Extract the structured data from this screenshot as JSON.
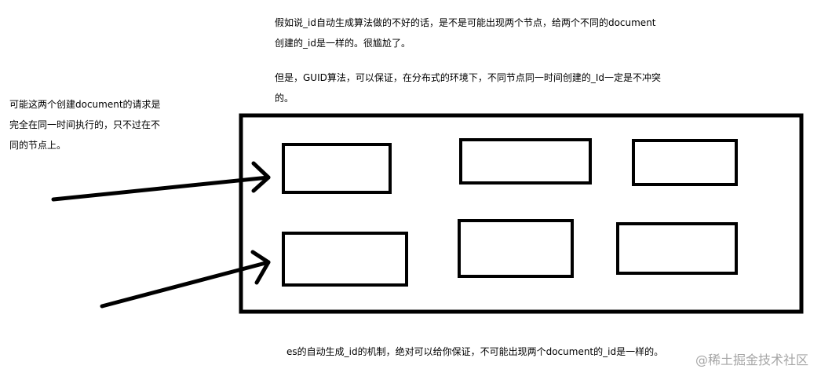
{
  "notes": {
    "top": [
      "假如说_id自动生成算法做的不好的话，是不是可能出现两个节点，给两个不同的document",
      "创建的_id是一样的。很尴尬了。"
    ],
    "right": [
      "但是，GUID算法，可以保证，在分布式的环境下，不同节点同一时间创建的_Id一定是不冲突",
      "的。"
    ],
    "left": [
      "可能这两个创建document的请求是",
      "完全在同一时间执行的，只不过在不",
      "同的节点上。"
    ],
    "bottom": [
      "es的自动生成_id的机制，绝对可以给你保证，不可能出现两个document的_id是一样的。"
    ]
  },
  "watermark": "@稀土掘金技术社区"
}
